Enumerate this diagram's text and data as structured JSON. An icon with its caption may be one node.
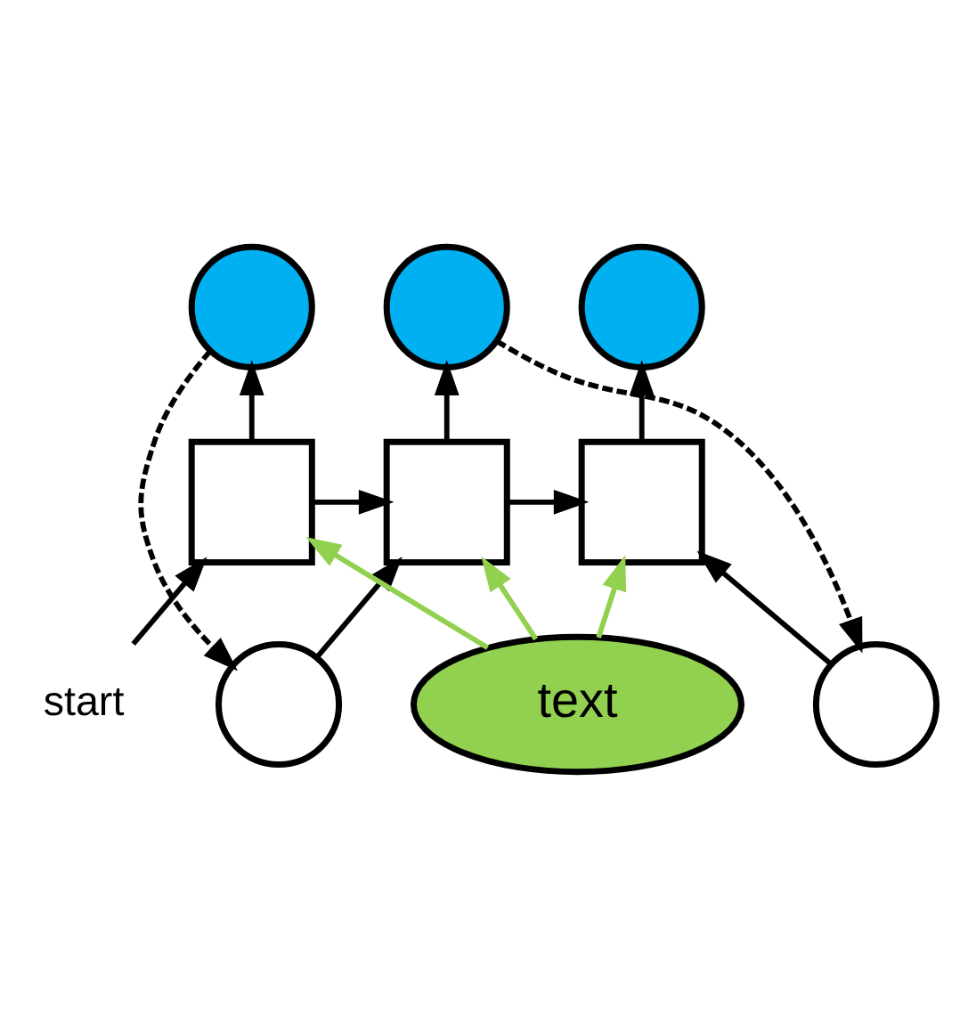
{
  "diagram": {
    "nodes": [
      {
        "text": [],
        "shape": "circle"
      },
      {
        "text": [],
        "shape": "circle"
      },
      {
        "text": [],
        "shape": "circle"
      },
      {
        "text": [],
        "shape": "box"
      },
      {
        "text": [],
        "shape": "box"
      },
      {
        "text": [],
        "shape": "box"
      },
      {
        "text": [
          "start"
        ]
      },
      {
        "text": [],
        "shape": "circle"
      },
      {
        "text": [],
        "shape": "circle"
      },
      {
        "text": [
          "text"
        ]
      }
    ],
    "edges": [
      {
        "from": 3,
        "to": 0,
        "arrow": "to"
      },
      {
        "from": 4,
        "to": 1,
        "arrow": "to"
      },
      {
        "from": 5,
        "to": 2,
        "arrow": "to"
      },
      {
        "from": 3,
        "to": 4,
        "arrow": "to"
      },
      {
        "from": 4,
        "to": 5,
        "arrow": "to"
      },
      {
        "from": 6,
        "to": 3,
        "arrow": "to"
      },
      {
        "from": 7,
        "to": 4,
        "arrow": "to"
      },
      {
        "from": 8,
        "to": 5,
        "arrow": "to"
      },
      {
        "from": 0,
        "to": 7,
        "arrow": "to",
        "style": "dashed"
      },
      {
        "from": 1,
        "to": 8,
        "arrow": "to",
        "style": "dashed"
      },
      {
        "from": 9,
        "to": 3,
        "arrow": "to",
        "color": "#92d050"
      },
      {
        "from": 9,
        "to": 4,
        "arrow": "to",
        "color": "#92d050"
      },
      {
        "from": 9,
        "to": 5,
        "arrow": "to",
        "color": "#92d050"
      }
    ]
  }
}
